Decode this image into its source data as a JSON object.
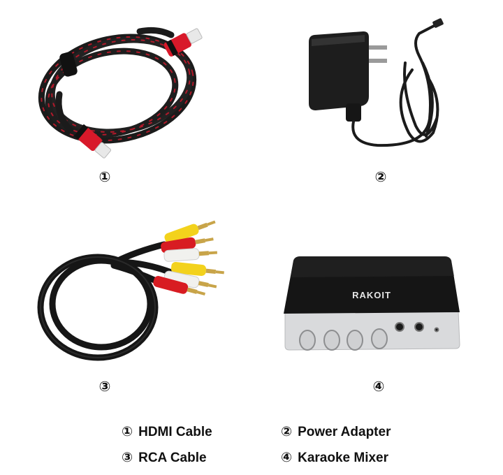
{
  "items": [
    {
      "number": "①",
      "name": "HDMI Cable",
      "icon": "hdmi-cable-icon"
    },
    {
      "number": "②",
      "name": "Power Adapter",
      "icon": "power-adapter-icon"
    },
    {
      "number": "③",
      "name": "RCA Cable",
      "icon": "rca-cable-icon"
    },
    {
      "number": "④",
      "name": "Karaoke Mixer",
      "icon": "karaoke-mixer-icon"
    }
  ],
  "mixer": {
    "brand": "RAKOIT"
  },
  "colors": {
    "hdmi_red": "#d8192a",
    "cable_black": "#1b1b1b",
    "rca_yellow": "#f3d21c",
    "rca_red": "#d81c22",
    "rca_white": "#f1f1ee",
    "gold": "#c8a449",
    "mixer_top": "#151515",
    "mixer_silver": "#d9dadc"
  }
}
